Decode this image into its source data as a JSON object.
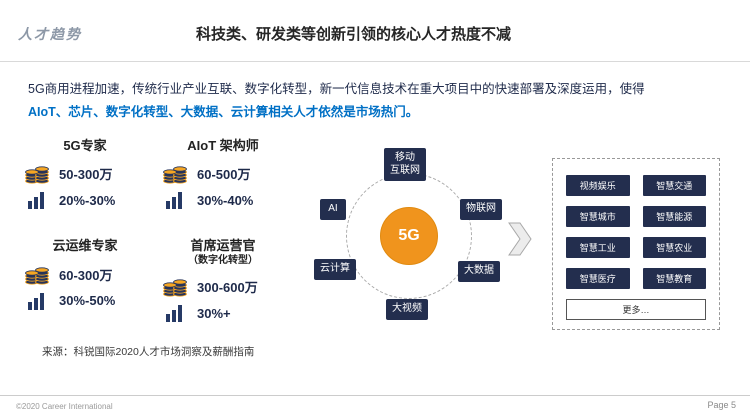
{
  "header": {
    "eyebrow": "人才趋势",
    "title": "科技类、研发类等创新引领的核心人才热度不减"
  },
  "intro": {
    "line1": "5G商用进程加速，传统行业产业互联、数字化转型，新一代信息技术在重大项目中的快速部署及深度运用，使得",
    "line2": "AIoT、芯片、数字化转型、大数据、云计算相关人才依然是市场热门。"
  },
  "stats": [
    {
      "title": "5G专家",
      "subtitle": "",
      "salary": "50-300万",
      "growth": "20%-30%"
    },
    {
      "title": "AIoT 架构师",
      "subtitle": "",
      "salary": "60-500万",
      "growth": "30%-40%"
    },
    {
      "title": "云运维专家",
      "subtitle": "",
      "salary": "60-300万",
      "growth": "30%-50%"
    },
    {
      "title": "首席运营官",
      "subtitle": "（数字化转型）",
      "salary": "300-600万",
      "growth": "30%+"
    }
  ],
  "diagram": {
    "center_label": "5G",
    "nodes": [
      {
        "label": "移动\n互联网"
      },
      {
        "label": "AI"
      },
      {
        "label": "物联网"
      },
      {
        "label": "云计算"
      },
      {
        "label": "大数据"
      },
      {
        "label": "大视频"
      }
    ],
    "applications": [
      {
        "label": "视频娱乐"
      },
      {
        "label": "智慧交通"
      },
      {
        "label": "智慧城市"
      },
      {
        "label": "智慧能源"
      },
      {
        "label": "智慧工业"
      },
      {
        "label": "智慧农业"
      },
      {
        "label": "智慧医疗"
      },
      {
        "label": "智慧教育"
      }
    ],
    "more_label": "更多…"
  },
  "source": "来源：科锐国际2020人才市场洞察及薪酬指南",
  "footer": {
    "copyright": "©2020 Career  International",
    "page": "Page 5"
  },
  "colors": {
    "navy": "#232e4e",
    "orange": "#f0941d",
    "accent_blue": "#0070c5"
  }
}
